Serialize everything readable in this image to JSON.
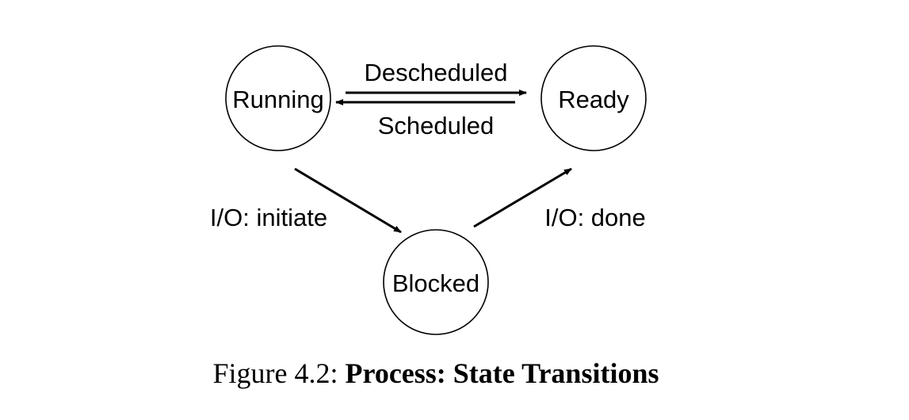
{
  "diagram": {
    "states": {
      "running": "Running",
      "ready": "Ready",
      "blocked": "Blocked"
    },
    "transitions": {
      "descheduled": "Descheduled",
      "scheduled": "Scheduled",
      "io_initiate": "I/O: initiate",
      "io_done": "I/O: done"
    }
  },
  "caption": {
    "label": "Figure 4.2:",
    "title": "Process: State Transitions"
  }
}
